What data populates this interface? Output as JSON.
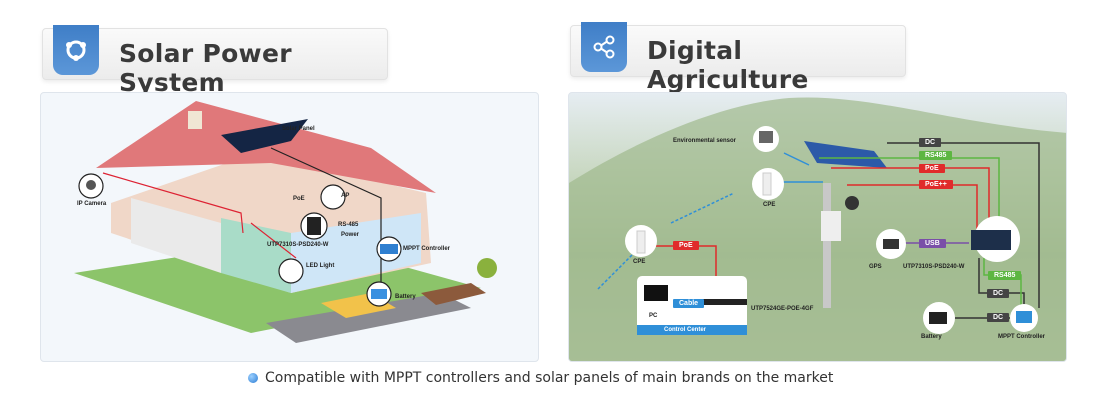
{
  "left": {
    "title": "Solar Power System",
    "icon": "share-network-icon",
    "labels": {
      "solar_panel": "Solar Panel",
      "ip_camera": "IP Camera",
      "poe": "PoE",
      "ap": "AP",
      "rs485": "RS-485",
      "switch": "UTP7310S-PSD240-W",
      "power": "Power",
      "mppt": "MPPT Controller",
      "led": "LED Light",
      "battery": "Battery"
    }
  },
  "right": {
    "title": "Digital Agriculture",
    "icon": "share-nodes-icon",
    "labels": {
      "env_sensor": "Environmental sensor",
      "cpe_top": "CPE",
      "cpe_left": "CPE",
      "pc": "PC",
      "control_center": "Control Center",
      "core_switch": "UTP7524GE-POE-4GF",
      "gps": "GPS",
      "switch": "UTP7310S-PSD240-W",
      "battery": "Battery",
      "mppt": "MPPT Controller"
    },
    "tags": {
      "dc1": "DC",
      "rs485_1": "RS485",
      "poe1": "PoE",
      "poepp": "PoE++",
      "poe_left": "PoE",
      "cable": "Cable",
      "usb": "USB",
      "rs485_2": "RS485",
      "dc2": "DC",
      "dc3": "DC"
    }
  },
  "footer": "Compatible with MPPT controllers and solar panels of main brands on the market"
}
